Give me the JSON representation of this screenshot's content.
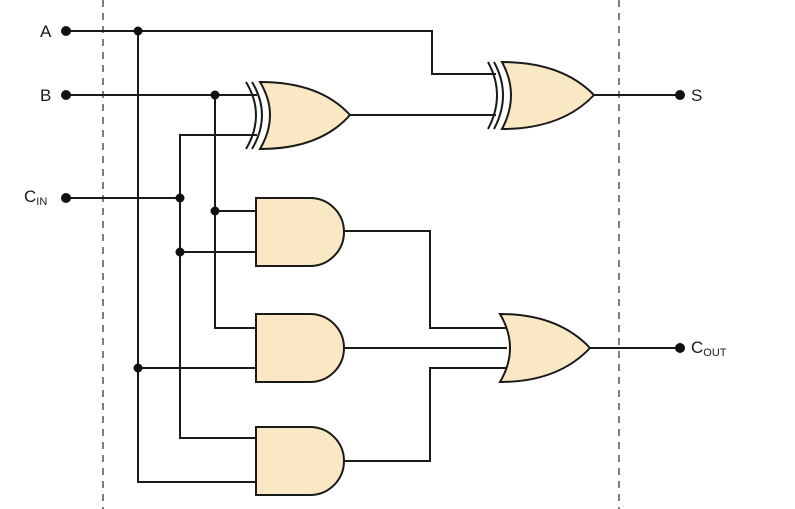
{
  "inputs": {
    "a": "A",
    "b": "B",
    "cin_main": "C",
    "cin_sub": "IN"
  },
  "outputs": {
    "s": "S",
    "cout_main": "C",
    "cout_sub": "OUT"
  },
  "colors": {
    "gate_fill": "#f9e8c3",
    "wire": "#1a1a1a",
    "boundary": "#555555"
  }
}
